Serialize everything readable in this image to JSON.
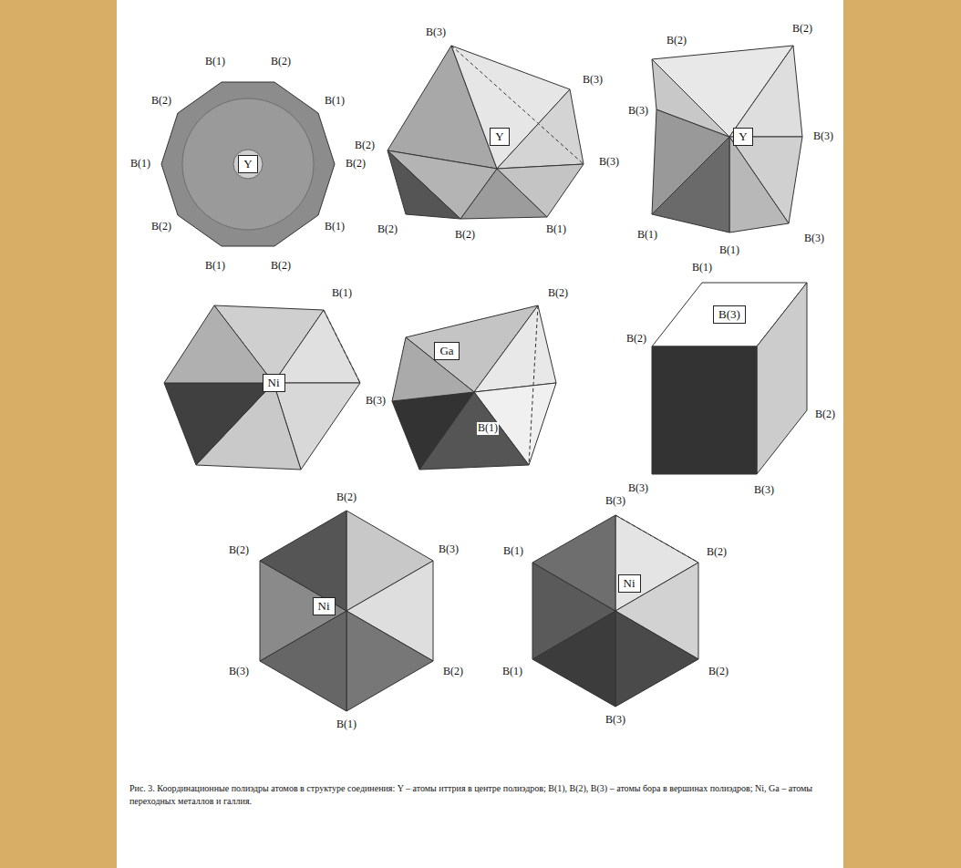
{
  "diagram": {
    "caption": "Рис. 3. Координационные полиэдры атомов в структуре соединения: Y – атомы иттрия в центре полиэдров; B(1), B(2), B(3) – атомы бора в вершинах полиэдров; Ni, Ga – атомы переходных металлов и галлия.",
    "nodes": [
      {
        "text": [
          "Y"
        ]
      },
      {
        "text": [
          "Y"
        ]
      },
      {
        "text": [
          "Y"
        ]
      },
      {
        "text": [
          "Ni"
        ]
      },
      {
        "text": [
          "Ga"
        ]
      },
      {
        "text": [
          "B(3)"
        ]
      },
      {
        "text": [
          "Ni"
        ]
      },
      {
        "text": [
          "Ni"
        ]
      }
    ],
    "labels": [
      "B(2)",
      "B(1)",
      "B(2)",
      "B(1)",
      "B(2)",
      "B(1)",
      "B(2)",
      "B(1)",
      "B(2)",
      "B(1)",
      "B(3)",
      "B(3)",
      "B(2)",
      "B(3)",
      "B(2)",
      "B(1)",
      "B(2)",
      "B(2)",
      "B(2)",
      "B(3)",
      "B(3)",
      "B(3)",
      "B(1)",
      "B(1)",
      "B(1)",
      "B(3)",
      "B(2)",
      "B(1)",
      "B(1)",
      "B(2)",
      "B(2)",
      "B(3)",
      "B(3)",
      "B(2)",
      "B(3)",
      "B(2)",
      "B(1)",
      "B(3)",
      "B(2)",
      "B(3)",
      "B(2)",
      "B(2)",
      "B(3)",
      "B(1)",
      "B(1)"
    ]
  }
}
